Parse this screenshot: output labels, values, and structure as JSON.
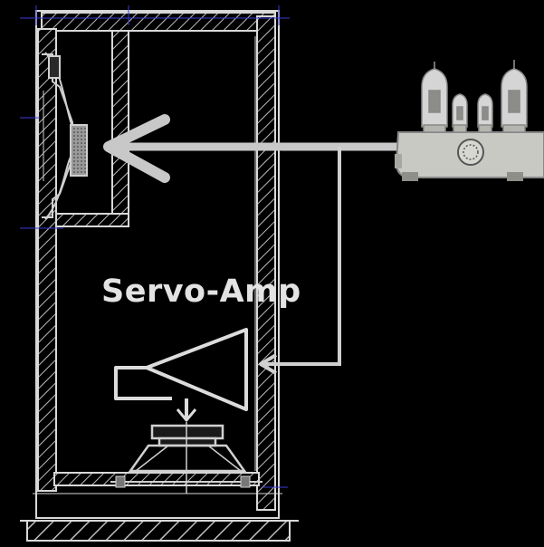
{
  "diagram": {
    "label": "Servo-Amp",
    "colors": {
      "background": "#000000",
      "line": "#d8d8d8",
      "hatch": "#bdbdbd",
      "dim_line": "#3b3bd6",
      "amp_body": "#c9c9c4",
      "tube_glass": "#d5d5d5"
    },
    "components": [
      "speaker-cabinet",
      "woofer-driver",
      "servo-amplifier",
      "bass-driver",
      "tube-amplifier",
      "signal-arrow"
    ]
  }
}
